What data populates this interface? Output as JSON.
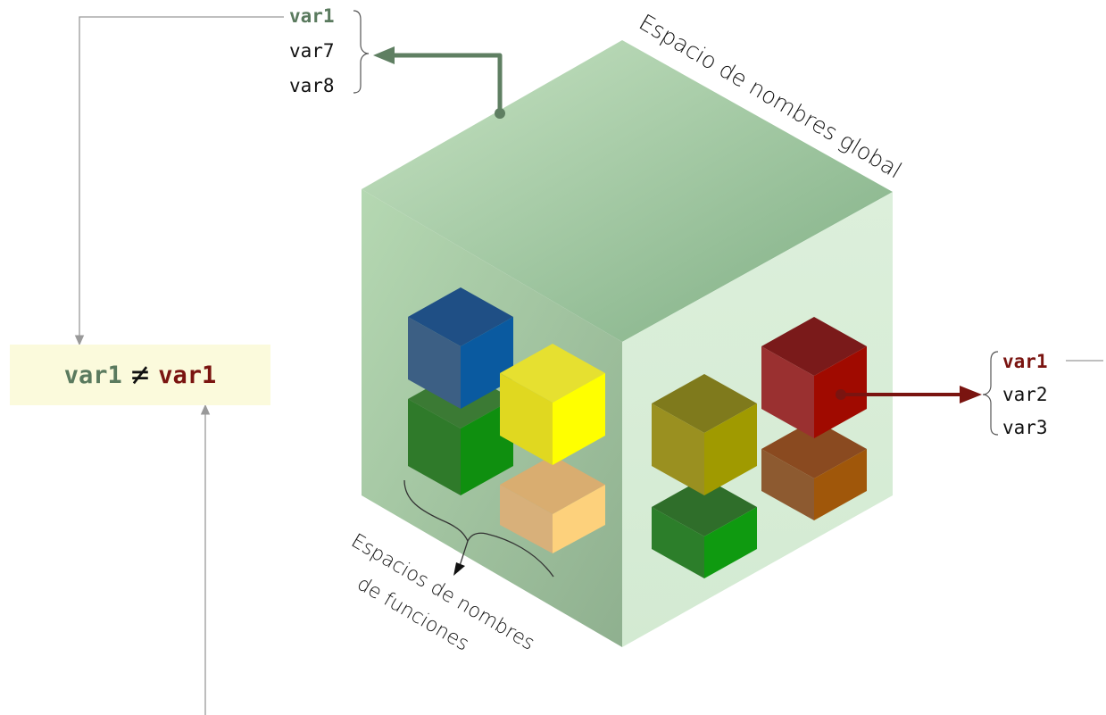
{
  "global_namespace": {
    "label": "Espacio de nombres global",
    "variables": [
      "var1",
      "var7",
      "var8"
    ],
    "highlight_color": "#5a7a5e"
  },
  "function_namespaces": {
    "label_line1": "Espacios de nombres",
    "label_line2": "de funciones"
  },
  "local_namespace": {
    "variables": [
      "var1",
      "var2",
      "var3"
    ],
    "highlight_color": "#7a1410"
  },
  "comparison": {
    "left": "var1",
    "operator": "≠",
    "right": "var1"
  },
  "colors": {
    "cube_top": "#a8cfa8",
    "cube_left": "#8fbf8f",
    "cube_right": "#d6ecd6",
    "blue": "#1a5fa0",
    "green": "#2e8b2e",
    "yellow": "#f2ee10",
    "peach": "#f5c878",
    "olive": "#a8a020",
    "red": "#9a1410",
    "orange": "#b0601a"
  }
}
